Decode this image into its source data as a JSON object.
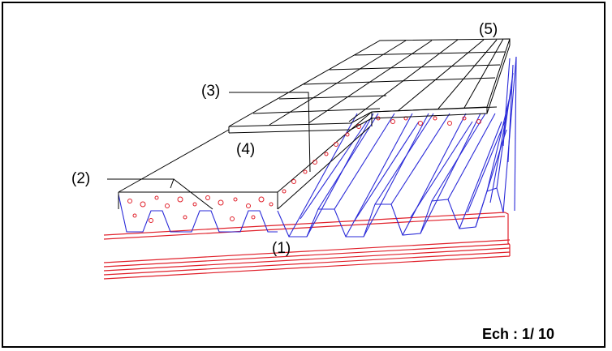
{
  "diagram": {
    "labels": {
      "label_1": "(1)",
      "label_2": "(2)",
      "label_3": "(3)",
      "label_4": "(4)",
      "label_5": "(5)"
    },
    "scale_text": "Ech : 1/ 10",
    "colors": {
      "outline": "#000000",
      "steel_deck": "#2a2ad8",
      "beam": "#e0202a",
      "aggregate": "#e0202a"
    }
  }
}
